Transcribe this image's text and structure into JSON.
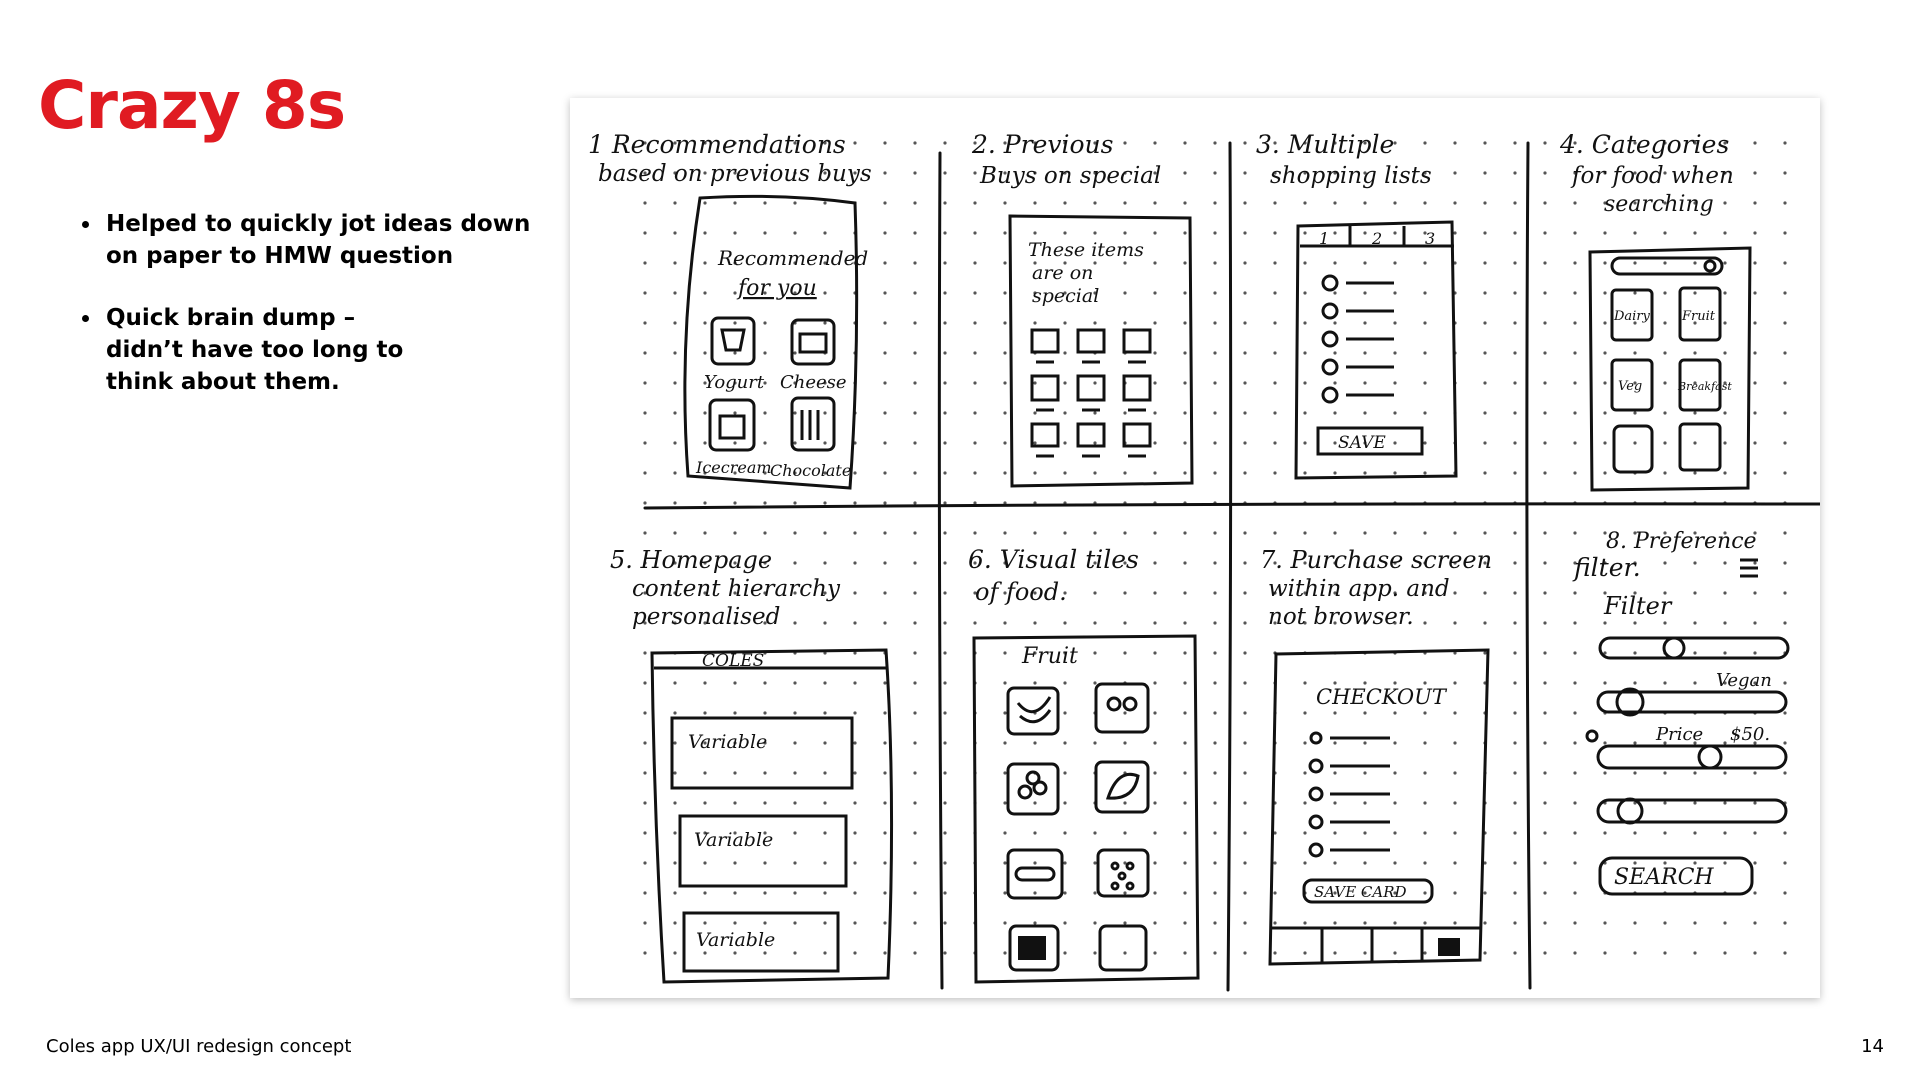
{
  "slide": {
    "title": "Crazy 8s",
    "bullets": [
      {
        "lines": [
          "Helped to quickly jot ideas down",
          "on paper to HMW question"
        ]
      },
      {
        "lines": [
          "Quick brain dump –",
          "didn’t have too long to",
          "think about them."
        ]
      }
    ]
  },
  "sketch": {
    "panels": [
      {
        "heading": [
          "1 Recommendations",
          "based on previous buys"
        ],
        "screen_text": [
          "Recommended",
          "for you"
        ],
        "labels": [
          "Yogurt",
          "Cheese",
          "Icecream",
          "Chocolate"
        ]
      },
      {
        "heading": [
          "2. Previous",
          "Buys on special"
        ],
        "screen_text": [
          "These items",
          "are on",
          "special"
        ]
      },
      {
        "heading": [
          "3. Multiple",
          "shopping lists"
        ],
        "tabs": [
          "1",
          "2",
          "3"
        ],
        "button": "SAVE"
      },
      {
        "heading": [
          "4. Categories",
          "for food when",
          "searching"
        ],
        "tiles": [
          "Dairy",
          "Fruit",
          "Veg",
          "Breakfast"
        ]
      },
      {
        "heading": [
          "5. Homepage",
          "content hierarchy",
          "personalised"
        ],
        "header": "COLES",
        "blocks": [
          "Variable",
          "Variable",
          "Variable"
        ]
      },
      {
        "heading": [
          "6. Visual tiles",
          "of food."
        ],
        "screen_text": [
          "Fruit"
        ]
      },
      {
        "heading": [
          "7. Purchase screen",
          "within app. and",
          "not browser."
        ],
        "screen_text": [
          "CHECKOUT"
        ],
        "button": "SAVE CARD"
      },
      {
        "heading": [
          "8. Preference",
          "filter."
        ],
        "filter_title": "Filter",
        "labels": [
          "Vegan",
          "Price",
          "$50."
        ],
        "button": "SEARCH"
      }
    ]
  },
  "footer": {
    "caption": "Coles app UX/UI redesign concept",
    "page_number": "14"
  },
  "colors": {
    "accent": "#e01b22"
  }
}
